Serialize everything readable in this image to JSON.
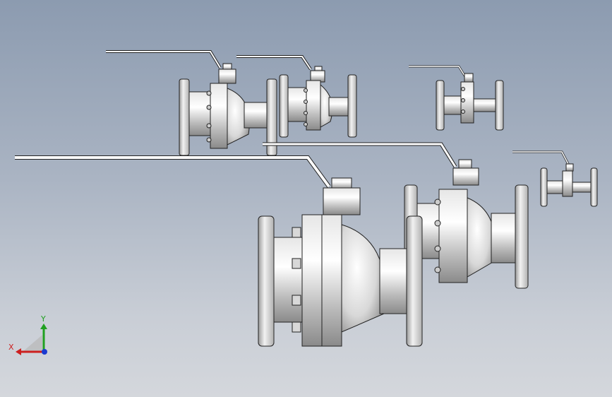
{
  "viewport": {
    "background_top": "#8c9bb0",
    "background_bottom": "#d4d7dc"
  },
  "triad": {
    "x_label": "X",
    "y_label": "Y",
    "x_color": "#cc2020",
    "y_color": "#20a020",
    "z_color": "#1a3ad0"
  },
  "models": [
    {
      "name": "ball-valve-large"
    },
    {
      "name": "ball-valve-medium"
    },
    {
      "name": "ball-valve-upper-left"
    },
    {
      "name": "ball-valve-upper-middle"
    },
    {
      "name": "ball-valve-upper-right"
    },
    {
      "name": "ball-valve-small-right"
    }
  ]
}
